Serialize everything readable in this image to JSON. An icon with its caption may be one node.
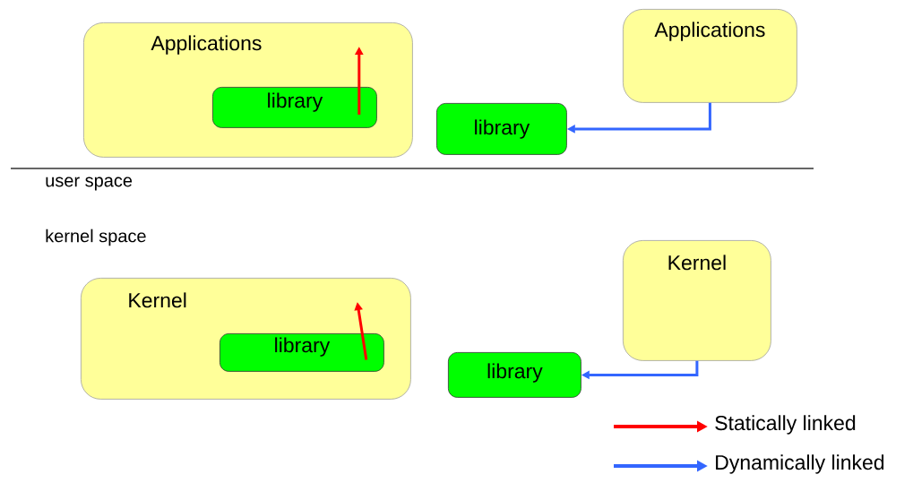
{
  "diagram": {
    "nodes": [
      {
        "text": [
          "Applications"
        ]
      },
      {
        "text": [
          "library"
        ],
        "in": 0
      },
      {
        "text": [
          "library"
        ]
      },
      {
        "text": [
          "Applications"
        ]
      },
      {
        "text": [
          "Kernel"
        ]
      },
      {
        "text": [
          "library"
        ],
        "in": 4
      },
      {
        "text": [
          "library"
        ]
      },
      {
        "text": [
          "Kernel"
        ]
      }
    ],
    "edges": [
      {
        "from": 1,
        "to": 0,
        "arrow": "to",
        "color": "#ff0000"
      },
      {
        "from": 3,
        "to": 2,
        "arrow": "to",
        "color": "#3366ff"
      },
      {
        "from": 5,
        "to": 4,
        "arrow": "to",
        "color": "#ff0000"
      },
      {
        "from": 7,
        "to": 6,
        "arrow": "to",
        "color": "#3366ff"
      }
    ],
    "labels": [
      "user space",
      "kernel space"
    ],
    "legend": [
      {
        "text": "Statically linked"
      },
      {
        "text": "Dynamically linked"
      }
    ]
  }
}
